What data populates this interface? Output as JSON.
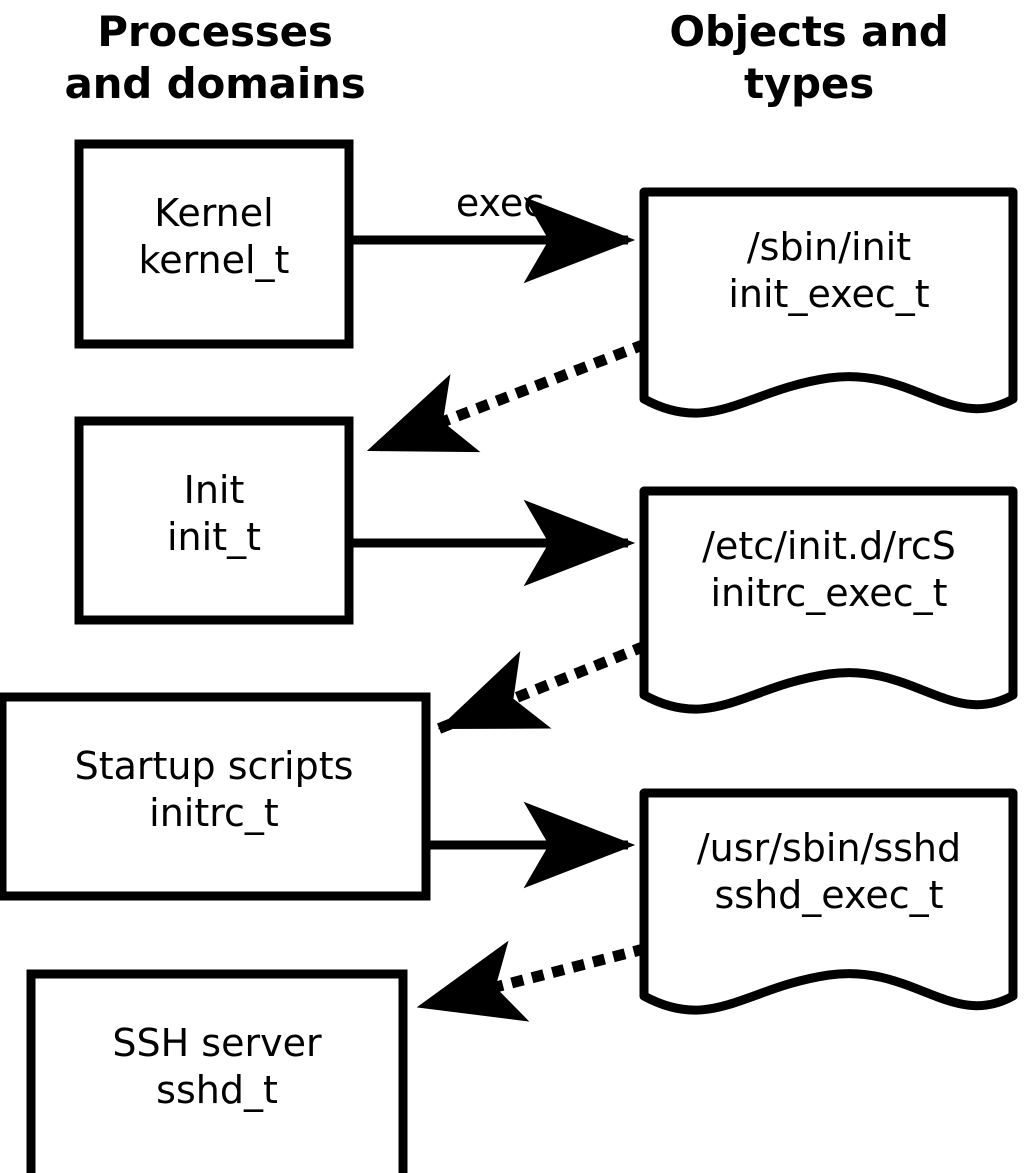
{
  "headers": {
    "left": "Processes\nand domains",
    "right": "Objects and\ntypes"
  },
  "colors": {
    "stroke": "#000000",
    "fill": "#ffffff",
    "text": "#000000"
  },
  "processes": [
    {
      "id": "kernel",
      "title": "Kernel",
      "type": "kernel_t",
      "label": "Kernel\nkernel_t"
    },
    {
      "id": "init",
      "title": "Init",
      "type": "init_t",
      "label": "Init\ninit_t"
    },
    {
      "id": "initrc",
      "title": "Startup scripts",
      "type": "initrc_t",
      "label": "Startup scripts\ninitrc_t"
    },
    {
      "id": "sshd",
      "title": "SSH server",
      "type": "sshd_t",
      "label": "SSH server\nsshd_t"
    }
  ],
  "objects": [
    {
      "id": "init-exec",
      "path": "/sbin/init",
      "type": "init_exec_t",
      "label": "/sbin/init\ninit_exec_t"
    },
    {
      "id": "initrc-exec",
      "path": "/etc/init.d/rcS",
      "type": "initrc_exec_t",
      "label": "/etc/init.d/rcS\ninitrc_exec_t"
    },
    {
      "id": "sshd-exec",
      "path": "/usr/sbin/sshd",
      "type": "sshd_exec_t",
      "label": "/usr/sbin/sshd\nsshd_exec_t"
    }
  ],
  "edges": [
    {
      "id": "kernel-exec-init",
      "style": "solid",
      "label": "exec",
      "from": "kernel",
      "to": "init-exec"
    },
    {
      "id": "initexec-to-init",
      "style": "dotted",
      "label": "",
      "from": "init-exec",
      "to": "init"
    },
    {
      "id": "init-exec-initrc",
      "style": "solid",
      "label": "",
      "from": "init",
      "to": "initrc-exec"
    },
    {
      "id": "initrcexec-to-initrc",
      "style": "dotted",
      "label": "",
      "from": "initrc-exec",
      "to": "initrc"
    },
    {
      "id": "initrc-exec-sshd",
      "style": "solid",
      "label": "",
      "from": "initrc",
      "to": "sshd-exec"
    },
    {
      "id": "sshdexec-to-sshd",
      "style": "dotted",
      "label": "",
      "from": "sshd-exec",
      "to": "sshd"
    }
  ]
}
